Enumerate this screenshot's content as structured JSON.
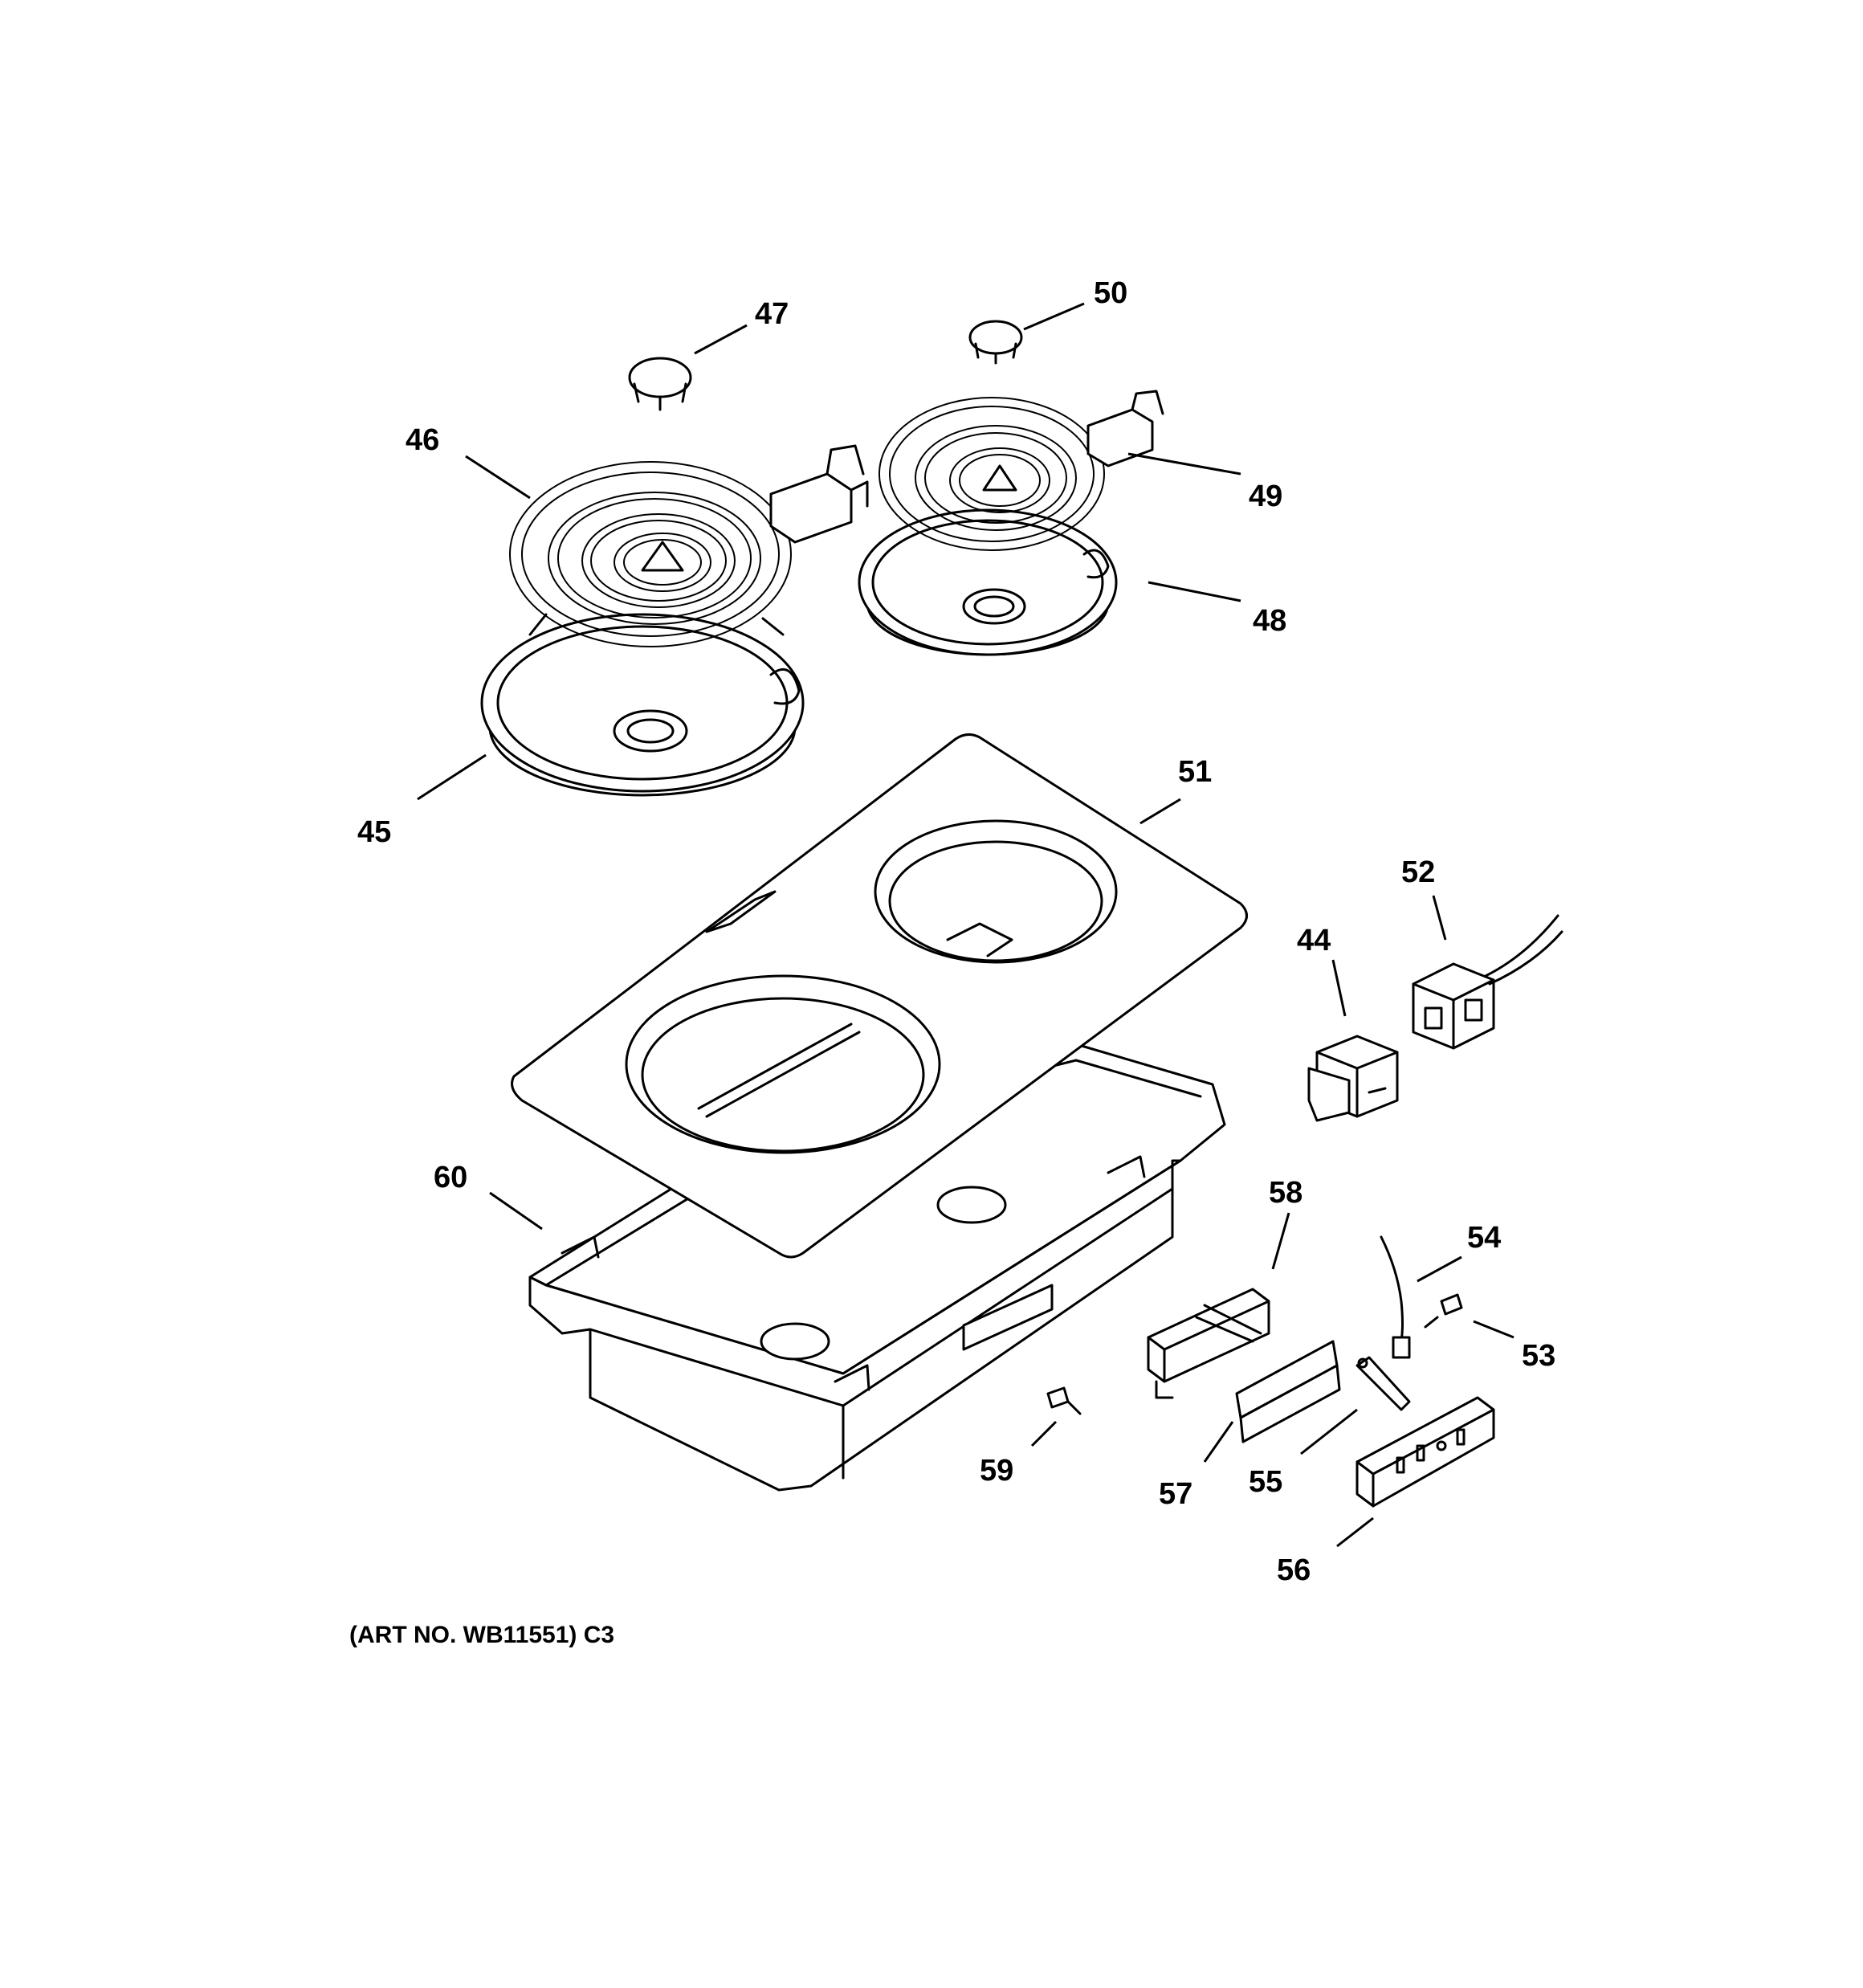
{
  "callouts": {
    "c44": "44",
    "c45": "45",
    "c46": "46",
    "c47": "47",
    "c48": "48",
    "c49": "49",
    "c50": "50",
    "c51": "51",
    "c52": "52",
    "c53": "53",
    "c54": "54",
    "c55": "55",
    "c56": "56",
    "c57": "57",
    "c58": "58",
    "c59": "59",
    "c60": "60"
  },
  "art_number": "(ART NO. WB11551) C3"
}
